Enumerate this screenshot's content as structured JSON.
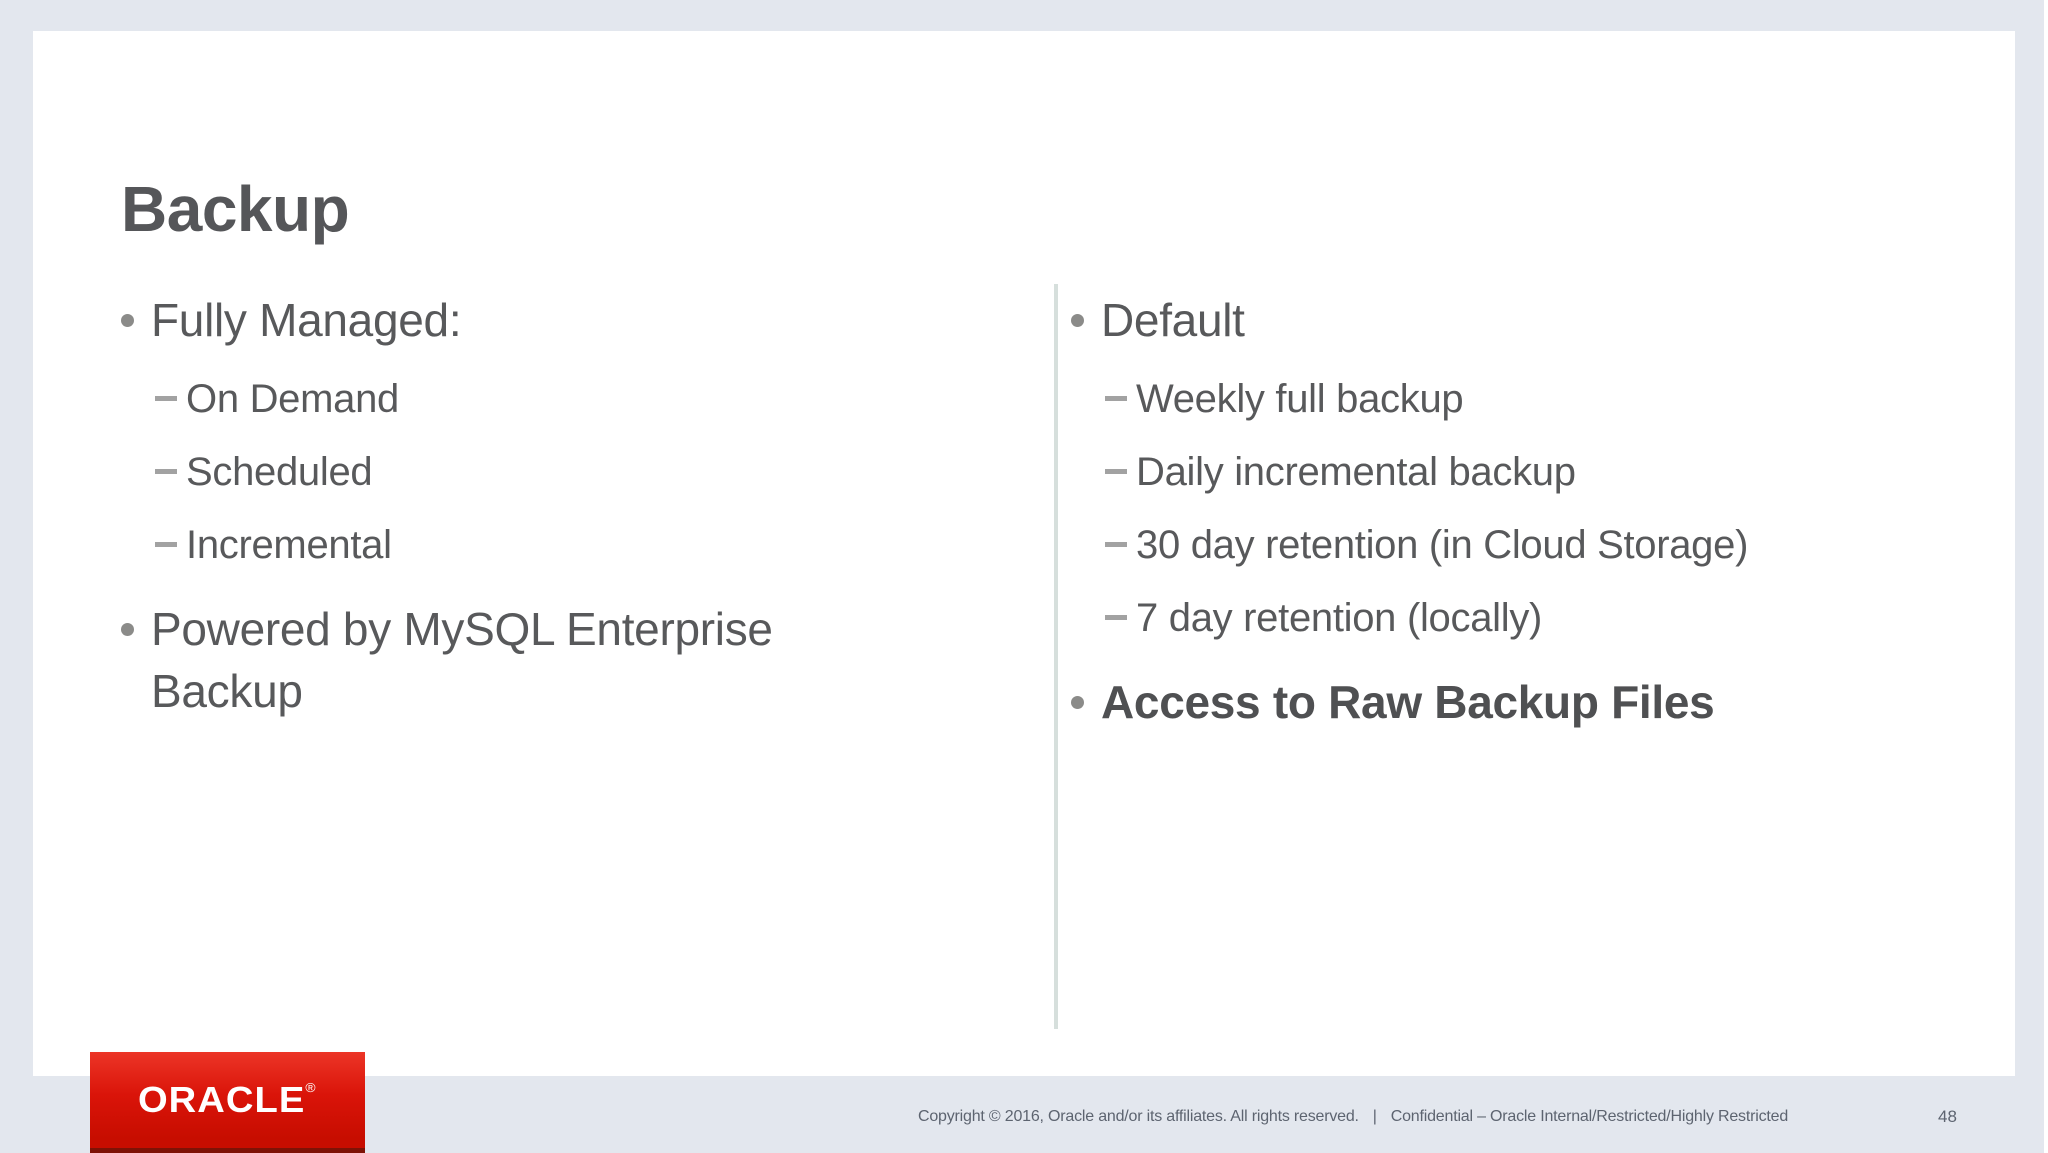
{
  "slide": {
    "title": "Backup",
    "left_column": {
      "items": [
        {
          "level": 1,
          "text": "Fully Managed:"
        },
        {
          "level": 2,
          "text": "On Demand"
        },
        {
          "level": 2,
          "text": "Scheduled"
        },
        {
          "level": 2,
          "text": "Incremental"
        },
        {
          "level": 1,
          "text": "Powered by MySQL Enterprise Backup"
        }
      ]
    },
    "right_column": {
      "items": [
        {
          "level": 1,
          "text": "Default"
        },
        {
          "level": 2,
          "text": "Weekly full backup"
        },
        {
          "level": 2,
          "text": "Daily incremental backup"
        },
        {
          "level": 2,
          "text": "30 day retention (in Cloud Storage)"
        },
        {
          "level": 2,
          "text": "7 day retention (locally)"
        },
        {
          "level": 1,
          "text": "Access to Raw Backup Files",
          "bold": true
        }
      ]
    }
  },
  "footer": {
    "logo_text": "ORACLE",
    "logo_registered_mark": "®",
    "copyright": "Copyright © 2016, Oracle and/or its affiliates. All rights reserved.",
    "separator": "|",
    "confidential": "Confidential – Oracle Internal/Restricted/Highly Restricted",
    "page_number": "48"
  },
  "colors": {
    "frame": "#e3e7ee",
    "slide_background": "#ffffff",
    "body_text": "#58595b",
    "bullet_dot": "#8b8b89",
    "sub_dash": "#a2a2a2",
    "divider": "#d6dfdc",
    "footer_text": "#5d6470",
    "oracle_red": "#d6130b"
  }
}
